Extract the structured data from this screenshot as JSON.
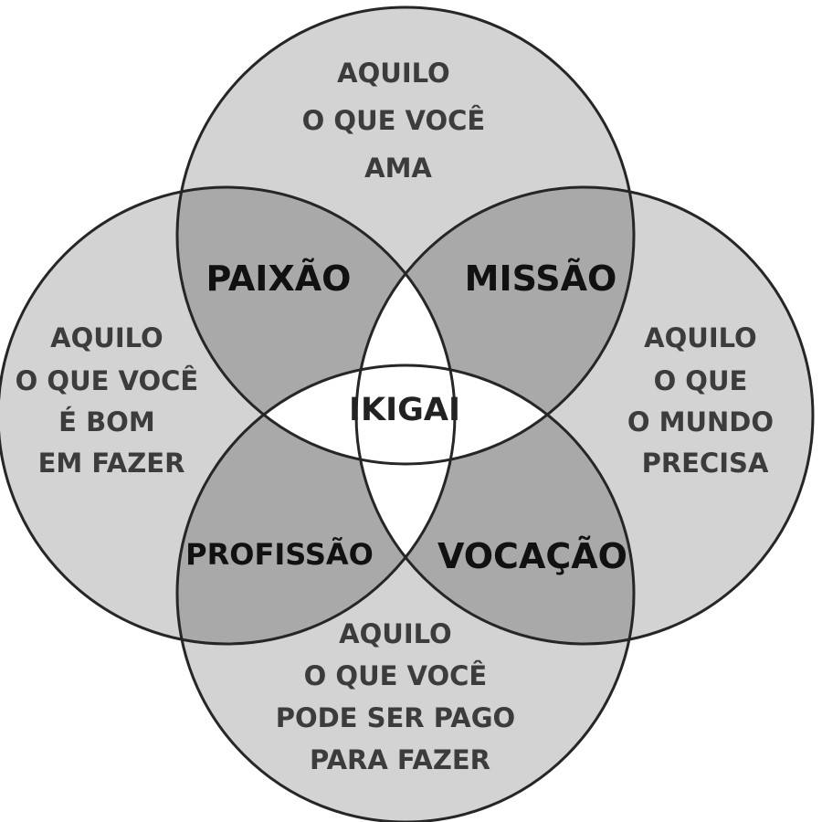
{
  "colors": {
    "circle_fill": "#d3d3d3",
    "overlap_fill": "#a9a9a9",
    "center_fill": "#ffffff",
    "stroke": "#262626"
  },
  "circles": {
    "top": {
      "lines": [
        "AQUILO",
        "O QUE VOCÊ",
        "AMA"
      ]
    },
    "left": {
      "lines": [
        "AQUILO",
        "O QUE VOCÊ",
        "É BOM",
        "EM FAZER"
      ]
    },
    "right": {
      "lines": [
        "AQUILO",
        "O QUE",
        "O MUNDO",
        "PRECISA"
      ]
    },
    "bottom": {
      "lines": [
        "AQUILO",
        "O QUE VOCÊ",
        "PODE SER PAGO",
        "PARA FAZER"
      ]
    }
  },
  "regions": {
    "top_left": "PAIXÃO",
    "top_right": "MISSÃO",
    "bottom_left": "PROFISSÃO",
    "bottom_right": "VOCAÇÃO",
    "center": "IKIGAI"
  }
}
